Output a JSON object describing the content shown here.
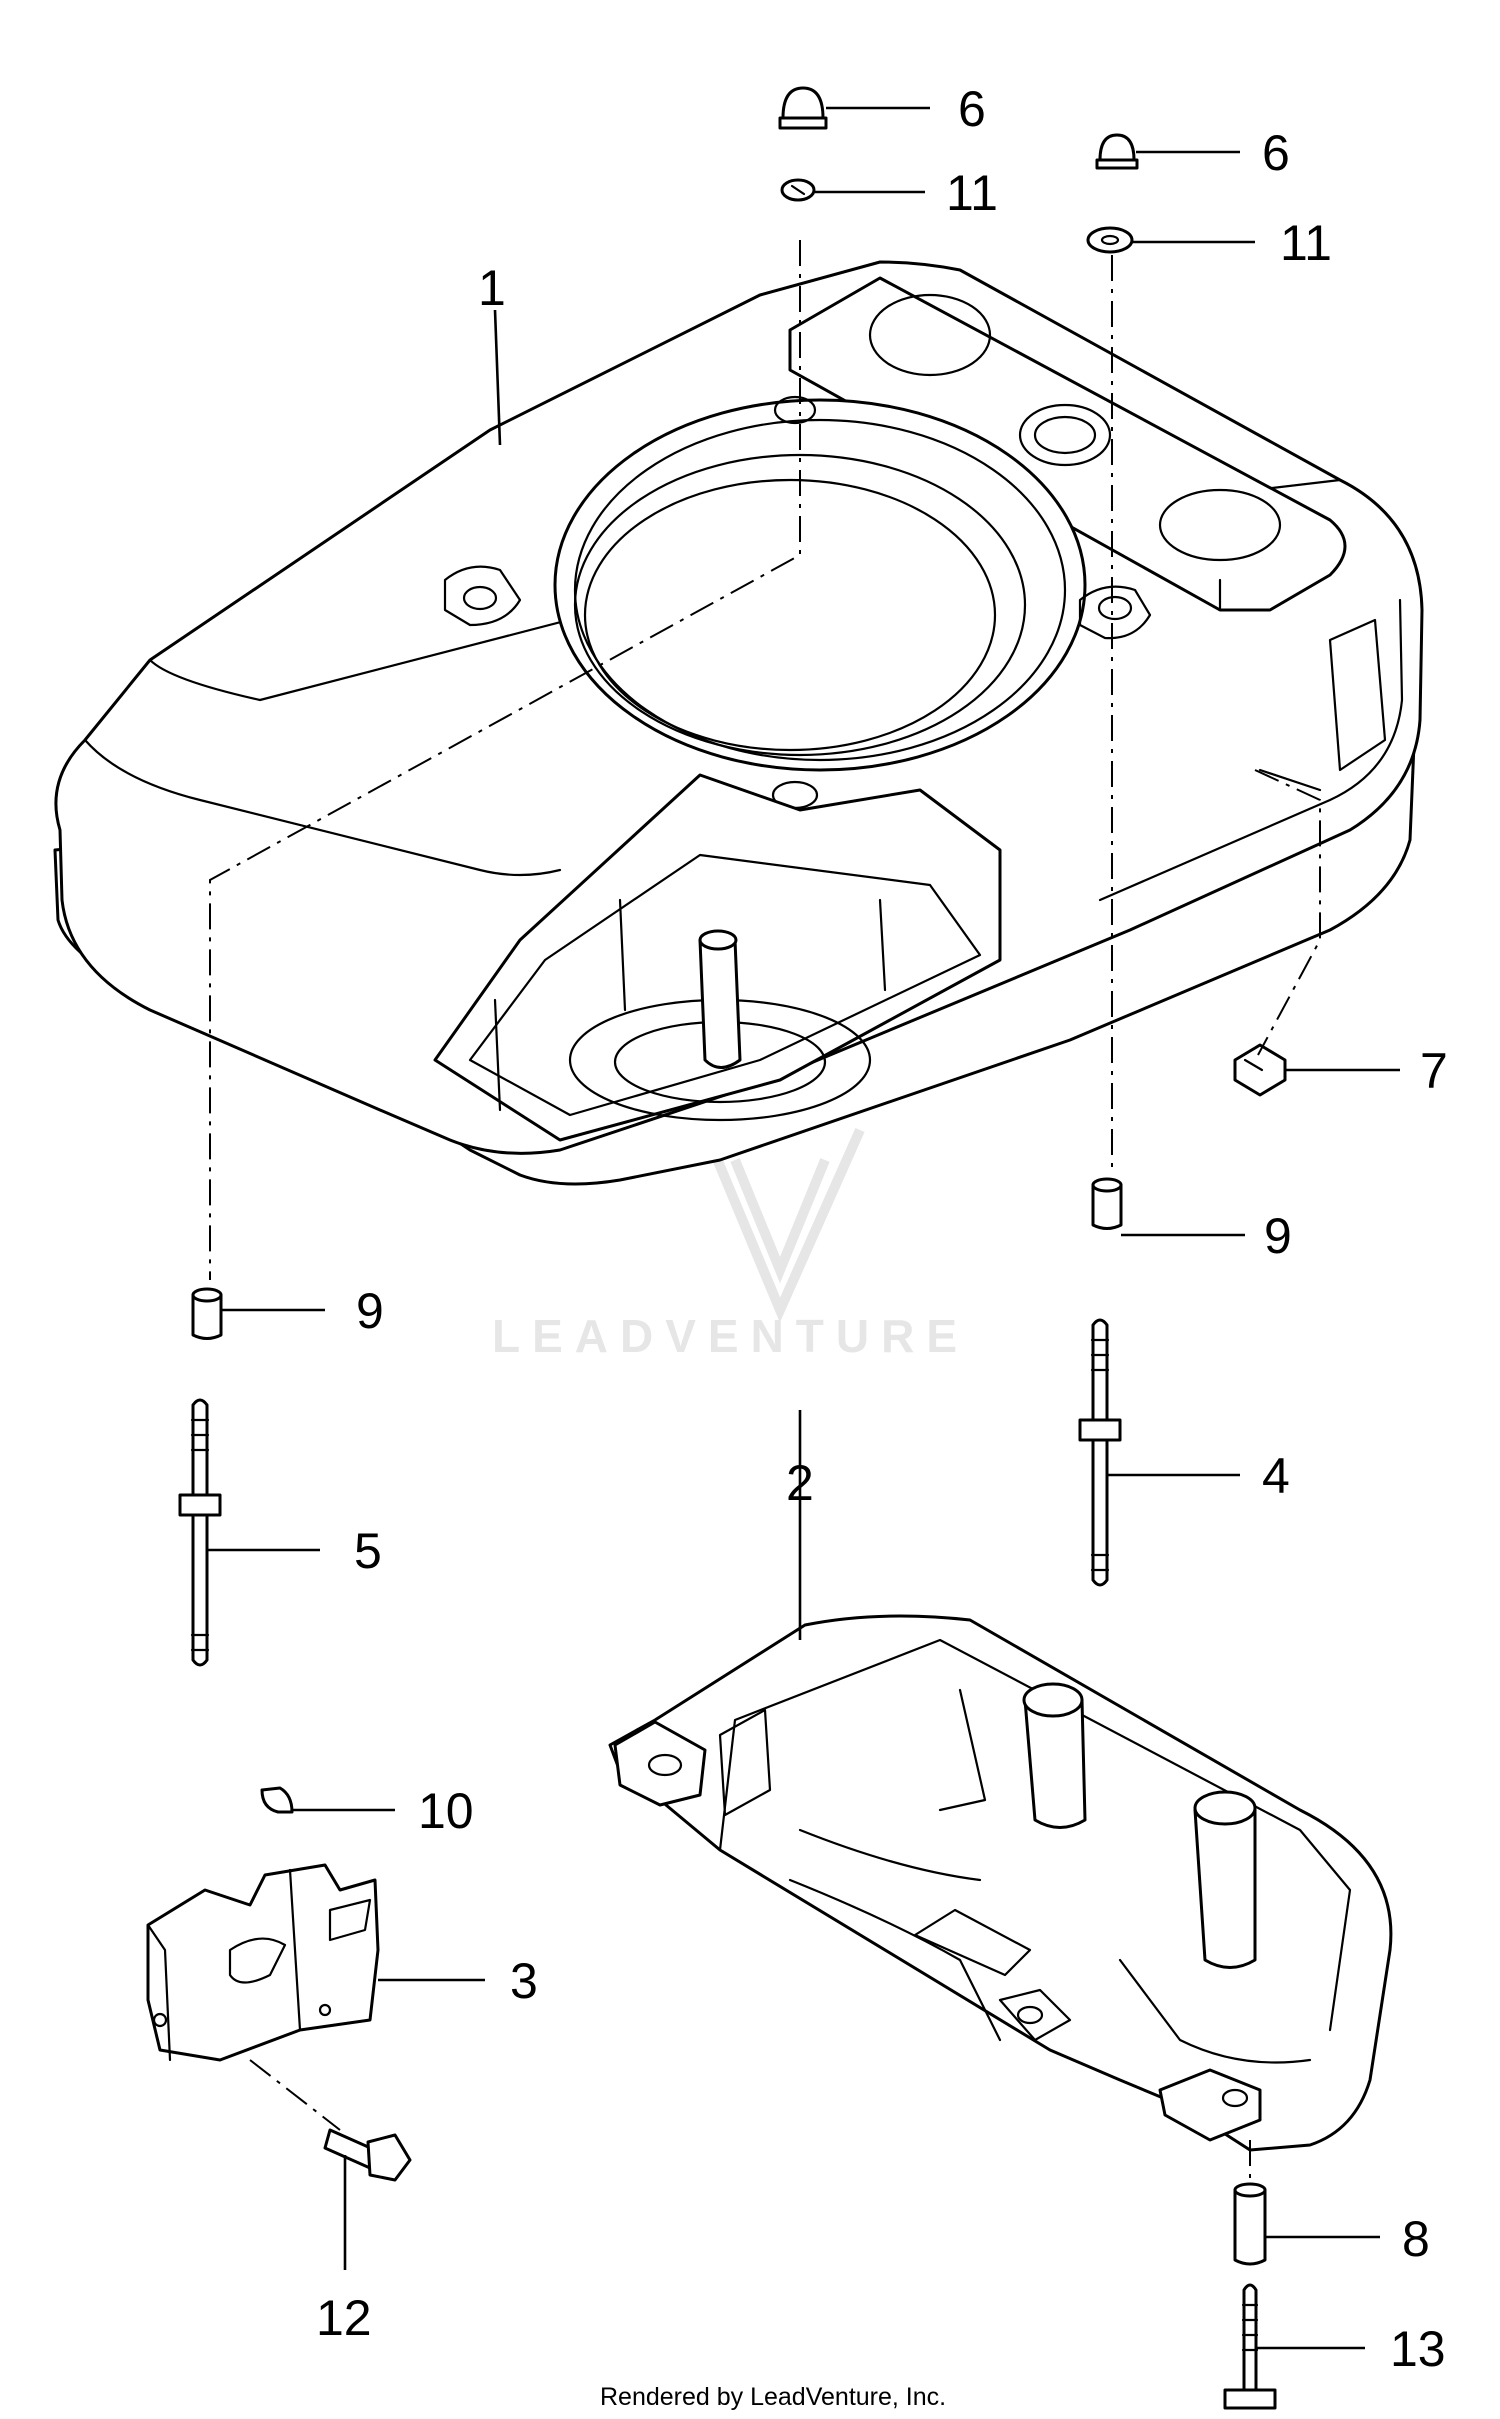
{
  "callouts": {
    "c1": "1",
    "c2": "2",
    "c3": "3",
    "c4": "4",
    "c5": "5",
    "c6a": "6",
    "c6b": "6",
    "c7": "7",
    "c8": "8",
    "c9a": "9",
    "c9b": "9",
    "c10": "10",
    "c11a": "11",
    "c11b": "11",
    "c12": "12",
    "c13": "13"
  },
  "watermark": {
    "text": "LEADVENTURE"
  },
  "footer": {
    "text": "Rendered by LeadVenture, Inc."
  }
}
